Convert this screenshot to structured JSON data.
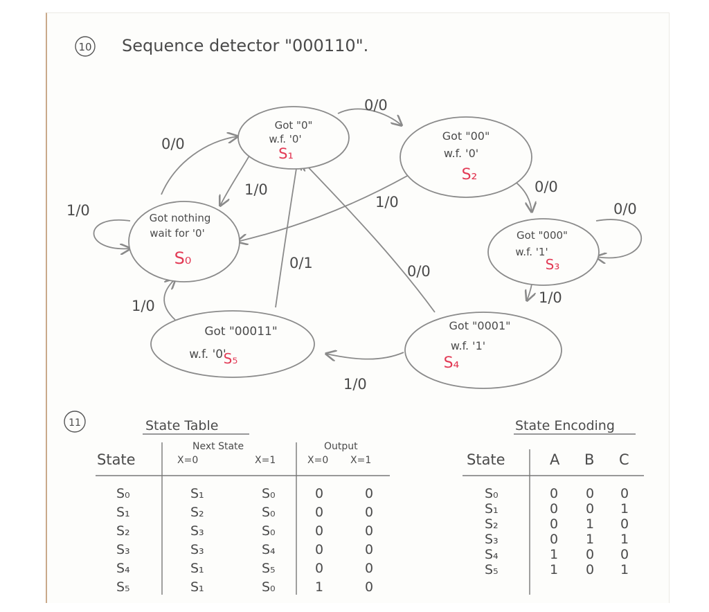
{
  "q10_number": "10",
  "title": "Sequence detector \"000110\".",
  "states": [
    {
      "id": "S0",
      "label": "S₀",
      "line1": "Got nothing",
      "line2": "wait for '0'"
    },
    {
      "id": "S1",
      "label": "S₁",
      "line1": "Got \"0\"",
      "line2": "w.f. '0'"
    },
    {
      "id": "S2",
      "label": "S₂",
      "line1": "Got \"00\"",
      "line2": "w.f. '0'"
    },
    {
      "id": "S3",
      "label": "S₃",
      "line1": "Got \"000\"",
      "line2": "w.f. '1'"
    },
    {
      "id": "S4",
      "label": "S₄",
      "line1": "Got \"0001\"",
      "line2": "w.f. '1'"
    },
    {
      "id": "S5",
      "label": "S₅",
      "line1": "Got \"00011\"",
      "line2": "w.f. '0'"
    }
  ],
  "transitions": [
    {
      "from": "S0",
      "to": "S0",
      "label": "1/0"
    },
    {
      "from": "S0",
      "to": "S1",
      "label": "0/0"
    },
    {
      "from": "S1",
      "to": "S0",
      "label": "1/0"
    },
    {
      "from": "S1",
      "to": "S2",
      "label": "0/0"
    },
    {
      "from": "S2",
      "to": "S0",
      "label": "1/0"
    },
    {
      "from": "S2",
      "to": "S3",
      "label": "0/0"
    },
    {
      "from": "S3",
      "to": "S3",
      "label": "0/0"
    },
    {
      "from": "S3",
      "to": "S4",
      "label": "1/0"
    },
    {
      "from": "S4",
      "to": "S1",
      "label": "0/0"
    },
    {
      "from": "S4",
      "to": "S5",
      "label": "1/0"
    },
    {
      "from": "S5",
      "to": "S1",
      "label": "0/1"
    },
    {
      "from": "S5",
      "to": "S0",
      "label": "1/0"
    }
  ],
  "q11_number": "11",
  "state_table": {
    "title": "State Table",
    "col_state": "State",
    "group_next": "Next State",
    "group_output": "Output",
    "x0": "X=0",
    "x1": "X=1",
    "rows": [
      {
        "state": "S₀",
        "n0": "S₁",
        "n1": "S₀",
        "o0": "0",
        "o1": "0"
      },
      {
        "state": "S₁",
        "n0": "S₂",
        "n1": "S₀",
        "o0": "0",
        "o1": "0"
      },
      {
        "state": "S₂",
        "n0": "S₃",
        "n1": "S₀",
        "o0": "0",
        "o1": "0"
      },
      {
        "state": "S₃",
        "n0": "S₃",
        "n1": "S₄",
        "o0": "0",
        "o1": "0"
      },
      {
        "state": "S₄",
        "n0": "S₁",
        "n1": "S₅",
        "o0": "0",
        "o1": "0"
      },
      {
        "state": "S₅",
        "n0": "S₁",
        "n1": "S₀",
        "o0": "1",
        "o1": "0"
      }
    ]
  },
  "state_encoding": {
    "title": "State Encoding",
    "col_state": "State",
    "col_a": "A",
    "col_b": "B",
    "col_c": "C",
    "rows": [
      {
        "state": "S₀",
        "a": "0",
        "b": "0",
        "c": "0"
      },
      {
        "state": "S₁",
        "a": "0",
        "b": "0",
        "c": "1"
      },
      {
        "state": "S₂",
        "a": "0",
        "b": "1",
        "c": "0"
      },
      {
        "state": "S₃",
        "a": "0",
        "b": "1",
        "c": "1"
      },
      {
        "state": "S₄",
        "a": "1",
        "b": "0",
        "c": "0"
      },
      {
        "state": "S₅",
        "a": "1",
        "b": "0",
        "c": "1"
      }
    ]
  },
  "colors": {
    "ink": "#4a4a4a",
    "line": "#8a8a8a",
    "accent": "#e23a55",
    "margin": "#c9a98a"
  }
}
